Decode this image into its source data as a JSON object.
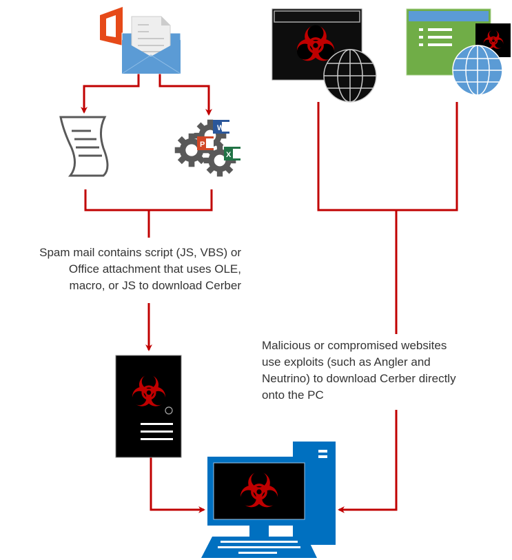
{
  "captions": {
    "spam_mail": [
      "Spam mail contains script (JS, VBS) or",
      "Office attachment that uses OLE,",
      "macro, or JS to download Cerber"
    ],
    "websites": [
      "Malicious or compromised websites",
      "use exploits (such as Angler and",
      "Neutrino) to download Cerber directly",
      "onto the PC"
    ]
  },
  "icons": {
    "office_logo": "office-logo",
    "envelope": "email-envelope",
    "script": "script-scroll",
    "office_docs": "gears-with-word-powerpoint-excel",
    "malicious_site": "black-window-biohazard-globe",
    "compromised_site": "green-window-biohazard-globe",
    "server": "infected-server",
    "pc": "infected-desktop-pc",
    "office_letters": {
      "word": "W",
      "powerpoint": "P",
      "excel": "X"
    }
  },
  "colors": {
    "arrow": "#c00000",
    "text": "#333333",
    "biohazard": "#c00000",
    "pc_blue": "#0070c0",
    "envelope_blue": "#5b9bd5",
    "site_green": "#70ad47",
    "office_red": "#e64a19"
  }
}
